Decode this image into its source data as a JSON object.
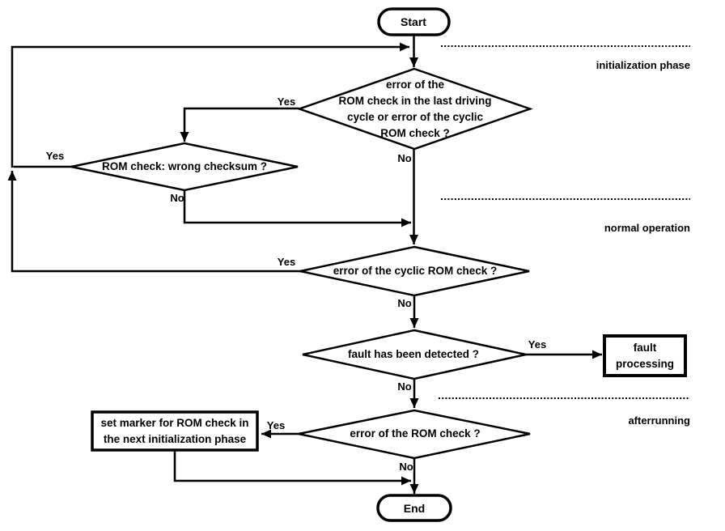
{
  "diagram": {
    "type": "flowchart",
    "background": "#ffffff",
    "line_color": "#000000",
    "phases": [
      {
        "label": "initialization phase"
      },
      {
        "label": "normal operation"
      },
      {
        "label": "afterrunning"
      }
    ],
    "nodes": {
      "start": {
        "type": "terminator",
        "label": "Start"
      },
      "d1": {
        "type": "decision",
        "label": "error of the\nROM check in the last driving\ncycle or error of the cyclic\nROM check ?"
      },
      "d2": {
        "type": "decision",
        "label": "ROM check: wrong checksum ?"
      },
      "d3": {
        "type": "decision",
        "label": "error of the cyclic ROM check ?"
      },
      "d4": {
        "type": "decision",
        "label": "fault has been detected ?"
      },
      "d5": {
        "type": "decision",
        "label": "error of the ROM check ?"
      },
      "fault_processing": {
        "type": "process",
        "label": "fault\nprocessing"
      },
      "set_marker": {
        "type": "process",
        "label": "set marker for ROM check in\nthe next initialization phase"
      },
      "end": {
        "type": "terminator",
        "label": "End"
      }
    },
    "edge_labels": {
      "d1_yes": "Yes",
      "d1_no": "No",
      "d2_yes": "Yes",
      "d2_no": "No",
      "d3_yes": "Yes",
      "d3_no": "No",
      "d4_yes": "Yes",
      "d4_no": "No",
      "d5_yes": "Yes",
      "d5_no": "No"
    }
  }
}
